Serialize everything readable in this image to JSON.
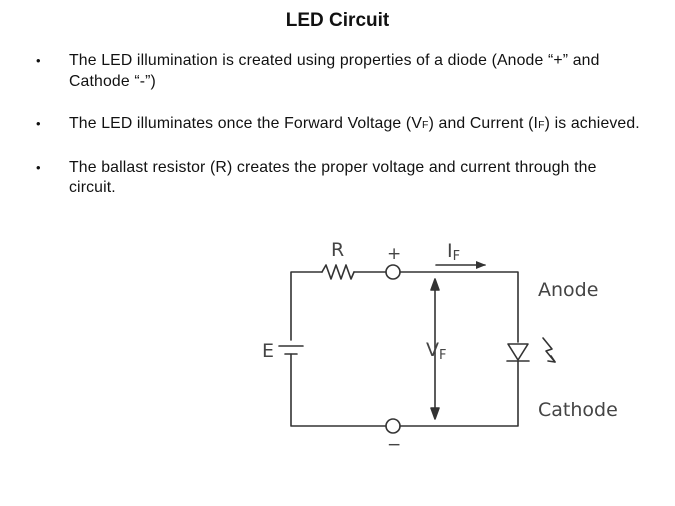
{
  "slide": {
    "title": "LED Circuit",
    "bullets": [
      {
        "text": "The LED illumination is created using properties of a diode (Anode “+” and Cathode “-”)"
      },
      {
        "pre": "The LED illuminates once the Forward Voltage (V",
        "sub1": "F",
        "mid": ") and Current (I",
        "sub2": "F",
        "post": ") is achieved."
      },
      {
        "text": "The ballast resistor (R) creates the proper voltage and current through the circuit."
      }
    ],
    "bullet_symbol": "•"
  },
  "circuit": {
    "resistor_label": "R",
    "plus_label": "+",
    "minus_label": "−",
    "current_label": "I",
    "current_sub": "F",
    "voltage_label": "V",
    "voltage_sub": "F",
    "source_label": "E",
    "anode_label": "Anode",
    "cathode_label": "Cathode",
    "line_color": "#333333"
  }
}
